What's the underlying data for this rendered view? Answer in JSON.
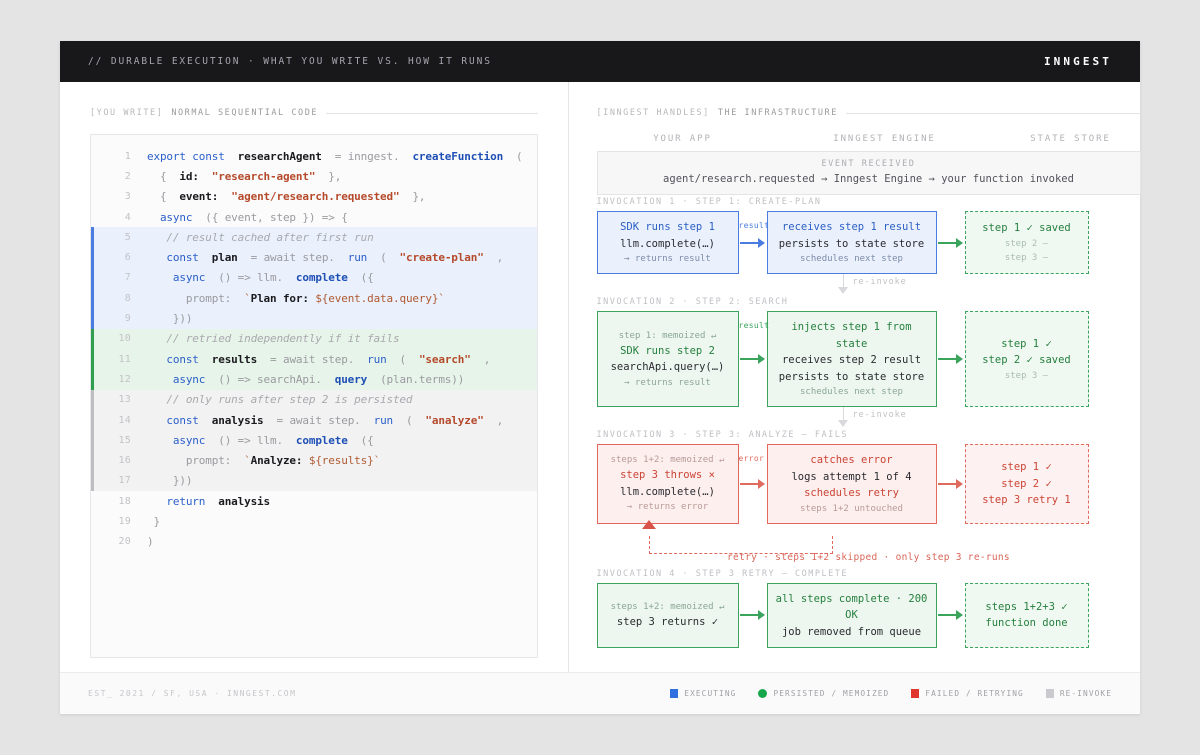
{
  "header": {
    "title": "// DURABLE EXECUTION  ·   WHAT YOU WRITE VS. HOW IT RUNS",
    "logo": "INNGEST"
  },
  "left": {
    "tag": "[YOU WRITE]",
    "label": "NORMAL SEQUENTIAL CODE",
    "code": [
      {
        "n": "1",
        "block": "none",
        "html": "<span class='kw'>export const</span>  <span class='id'>researchAgent</span>  <span class='pl'>=</span> <span class='pl'>inngest.</span>  <span class='fn'>createFunction</span>  <span class='pl'>(</span>"
      },
      {
        "n": "2",
        "block": "none",
        "html": "  <span class='pl'>{</span>  <span class='id'>id:</span>  <span class='st'>\"research-agent\"</span>  <span class='pl'>},</span>"
      },
      {
        "n": "3",
        "block": "none",
        "html": "  <span class='pl'>{</span>  <span class='id'>event:</span>  <span class='st'>\"agent/research.requested\"</span>  <span class='pl'>},</span>"
      },
      {
        "n": "4",
        "block": "none",
        "html": "  <span class='kw'>async</span>  <span class='pl'>({ event, step }) =&gt; {</span>"
      },
      {
        "n": "5",
        "block": "blue",
        "html": "   <span class='cm'>// result cached after first run</span>"
      },
      {
        "n": "6",
        "block": "blue",
        "html": "   <span class='kw'>const</span>  <span class='id'>plan</span>  <span class='pl'>=</span> <span class='pl'>await step.</span>  <span class='kw'>run</span>  <span class='pl'>(</span>  <span class='st'>\"create-plan\"</span>  <span class='pl'>,</span>"
      },
      {
        "n": "7",
        "block": "blue",
        "html": "    <span class='kw'>async</span>  <span class='pl'>() =&gt; llm.</span>  <span class='fn'>complete</span>  <span class='pl'>({</span>"
      },
      {
        "n": "8",
        "block": "blue",
        "html": "      <span class='pl'>prompt:</span>  <span class='tpl'>`</span><span class='id'>Plan for: </span><span class='tpl'>${event.data.query}`</span>"
      },
      {
        "n": "9",
        "block": "blue",
        "html": "    <span class='pl'>}))</span>"
      },
      {
        "n": "10",
        "block": "green",
        "html": "   <span class='cm'>// retried independently if it fails</span>"
      },
      {
        "n": "11",
        "block": "green",
        "html": "   <span class='kw'>const</span>  <span class='id'>results</span>  <span class='pl'>=</span> <span class='pl'>await step.</span>  <span class='kw'>run</span>  <span class='pl'>(</span>  <span class='st'>\"search\"</span>  <span class='pl'>,</span>"
      },
      {
        "n": "12",
        "block": "green",
        "html": "    <span class='kw'>async</span>  <span class='pl'>() =&gt; searchApi.</span>  <span class='fn'>query</span>  <span class='pl'>(plan.terms))</span>"
      },
      {
        "n": "13",
        "block": "gray",
        "html": "   <span class='cm'>// only runs after step 2 is persisted</span>"
      },
      {
        "n": "14",
        "block": "gray",
        "html": "   <span class='kw'>const</span>  <span class='id'>analysis</span>  <span class='pl'>=</span> <span class='pl'>await step.</span>  <span class='kw'>run</span>  <span class='pl'>(</span>  <span class='st'>\"analyze\"</span>  <span class='pl'>,</span>"
      },
      {
        "n": "15",
        "block": "gray",
        "html": "    <span class='kw'>async</span>  <span class='pl'>() =&gt; llm.</span>  <span class='fn'>complete</span>  <span class='pl'>({</span>"
      },
      {
        "n": "16",
        "block": "gray",
        "html": "      <span class='pl'>prompt:</span>  <span class='tpl'>`</span><span class='id'>Analyze: </span><span class='tpl'>${results}`</span>"
      },
      {
        "n": "17",
        "block": "gray",
        "html": "    <span class='pl'>}))</span>"
      },
      {
        "n": "18",
        "block": "none",
        "html": "   <span class='kw'>return</span>  <span class='id'>analysis</span>"
      },
      {
        "n": "19",
        "block": "none",
        "html": " <span class='pl'>}</span>"
      },
      {
        "n": "20",
        "block": "none",
        "html": "<span class='pl'>)</span>"
      }
    ]
  },
  "right": {
    "tag": "[INNGEST HANDLES]",
    "label": "THE INFRASTRUCTURE",
    "columns": [
      "YOUR APP",
      "INNGEST ENGINE",
      "STATE STORE"
    ],
    "event": {
      "title": "EVENT RECEIVED",
      "subtitle": "agent/research.requested → Inngest Engine → your function invoked"
    },
    "reinvoke_label": "re-invoke",
    "invocations": [
      {
        "label": "INVOCATION 1 · STEP 1: CREATE-PLAN",
        "theme": "blue",
        "arrow_label": "result",
        "app": [
          "SDK runs step 1",
          "llm.complete(…)",
          "→ returns result"
        ],
        "engine": [
          "receives step 1 result",
          "persists to state store",
          "schedules next step"
        ],
        "state": [
          "step 1 ✓ saved",
          "step 2 –",
          "step 3 –"
        ]
      },
      {
        "label": "INVOCATION 2 · STEP 2: SEARCH",
        "theme": "green",
        "arrow_label": "result",
        "app": [
          "step 1: memoized ↵",
          "SDK runs step 2",
          "searchApi.query(…)",
          "→ returns result"
        ],
        "engine": [
          "injects step 1 from state",
          "receives step 2 result",
          "persists to state store",
          "schedules next step"
        ],
        "state": [
          "step 1 ✓",
          "step 2 ✓ saved",
          "step 3 –"
        ]
      },
      {
        "label": "INVOCATION 3 · STEP 3: ANALYZE — FAILS",
        "theme": "red",
        "arrow_label": "error",
        "app": [
          "steps 1+2: memoized ↵",
          "step 3 throws ×",
          "llm.complete(…)",
          "→ returns error"
        ],
        "engine": [
          "catches error",
          "logs attempt 1 of 4",
          "schedules retry",
          "steps 1+2 untouched"
        ],
        "state": [
          "step 1 ✓",
          "step 2 ✓",
          "step 3 retry 1"
        ]
      },
      {
        "label": "INVOCATION 4 · STEP 3 RETRY — COMPLETE",
        "theme": "green",
        "arrow_label": "",
        "app": [
          "steps 1+2: memoized ↵",
          "step 3 returns ✓"
        ],
        "engine": [
          "all steps complete · 200 OK",
          "job removed from queue"
        ],
        "state": [
          "steps 1+2+3 ✓",
          "function done"
        ]
      }
    ],
    "retry_note": "retry · steps 1+2 skipped · only step 3 re-runs"
  },
  "footer": {
    "left": "EST_ 2021 / SF, USA  ·   INNGEST.COM",
    "legend": [
      {
        "label": "EXECUTING",
        "color": "#2f6fe0",
        "shape": "square"
      },
      {
        "label": "PERSISTED / MEMOIZED",
        "color": "#17a64a",
        "shape": "dot"
      },
      {
        "label": "FAILED / RETRYING",
        "color": "#e0352a",
        "shape": "square"
      },
      {
        "label": "RE-INVOKE",
        "color": "#c9c9ce",
        "shape": "square"
      }
    ]
  }
}
